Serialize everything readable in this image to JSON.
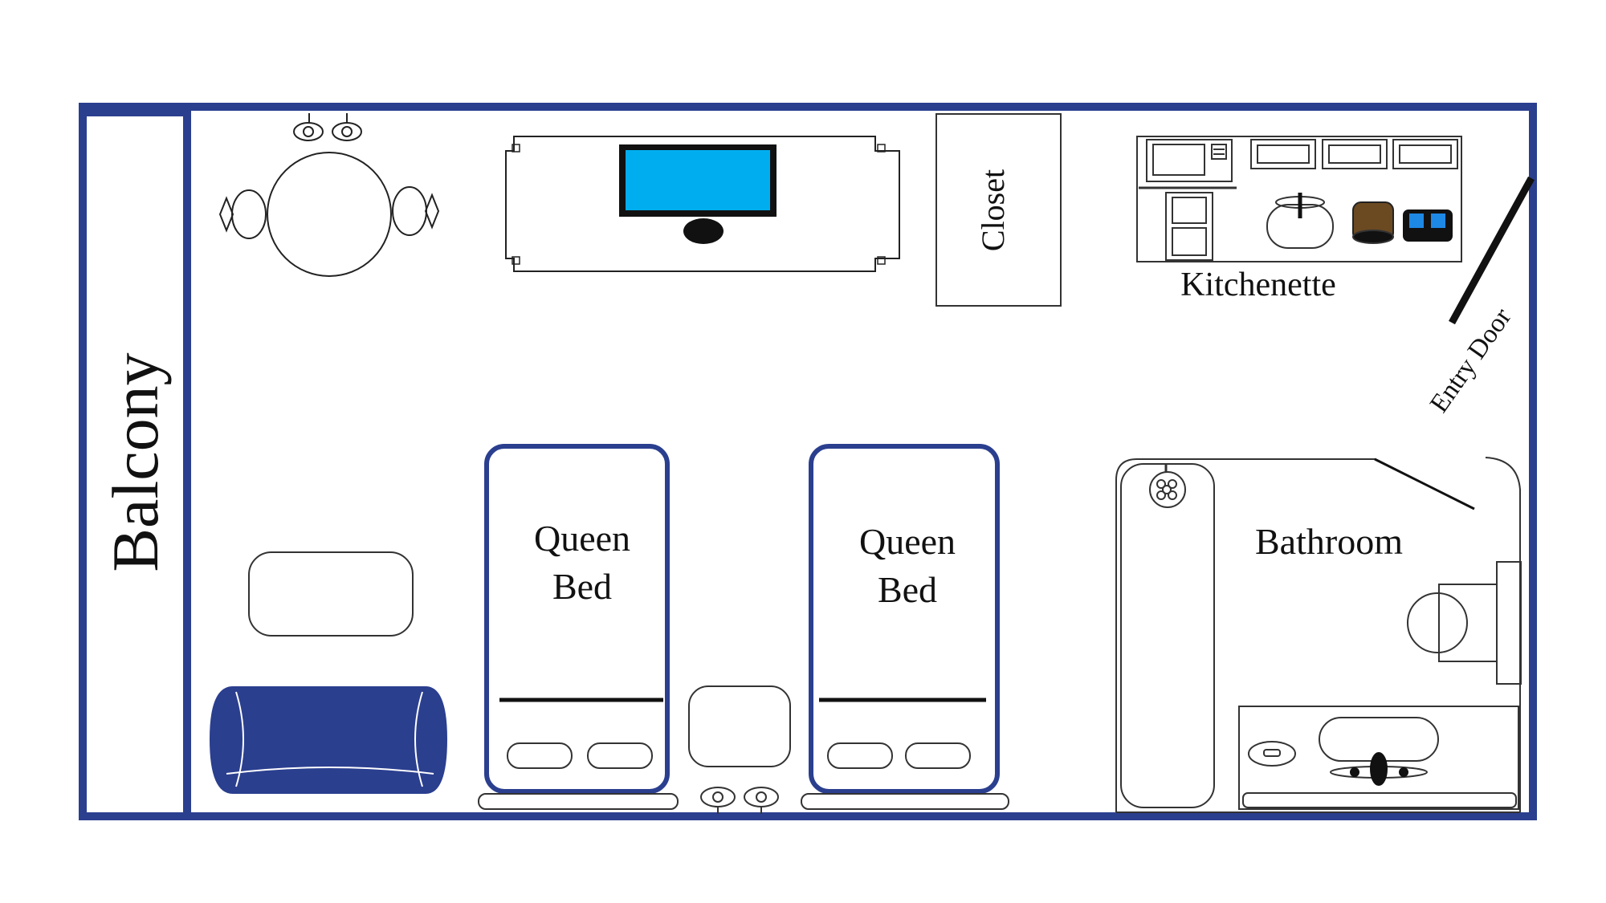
{
  "labels": {
    "balcony": "Balcony",
    "closet": "Closet",
    "kitchenette": "Kitchenette",
    "entry_door": "Entry Door",
    "bed1_line1": "Queen",
    "bed1_line2": "Bed",
    "bed2_line1": "Queen",
    "bed2_line2": "Bed",
    "bathroom": "Bathroom"
  },
  "colors": {
    "wall": "#2b3f8f",
    "sofa": "#2b3f8f",
    "bed_outline": "#2b3f8f",
    "tv_screen": "#00aeef",
    "line": "#222222"
  },
  "icons": [
    "dining-table-icon",
    "tv-icon",
    "sofa-icon",
    "coffee-table-icon",
    "bed-icon",
    "nightstand-icon",
    "toilet-icon",
    "shower-icon",
    "sink-icon",
    "microwave-icon",
    "fridge-icon"
  ]
}
